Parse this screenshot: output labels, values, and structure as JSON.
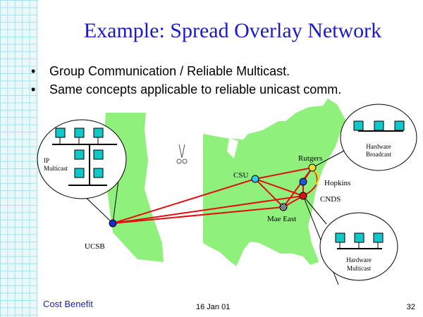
{
  "title": "Example: Spread Overlay Network",
  "bullets": [
    "Group Communication / Reliable Multicast.",
    "Same concepts applicable to reliable unicast comm."
  ],
  "nodes": {
    "ucsb": "UCSB",
    "csu": "CSU",
    "rutgers": "Rutgers",
    "hopkins": "Hopkins",
    "cnds": "CNDS",
    "mae_east": "Mae East"
  },
  "callouts": {
    "ip_multicast": [
      "IP",
      "Multicast"
    ],
    "hardware_broadcast": [
      "Hardware",
      "Broadcast"
    ],
    "hardware_multicast": [
      "Hardware",
      "Multicast"
    ]
  },
  "colors": {
    "title": "#1a1acc",
    "map": "#8ff07c",
    "links": "#e01010",
    "host": "#10c8c8",
    "ucsb": "#1030d0",
    "csu": "#30c8e8",
    "rutgers": "#f0e020",
    "hopkins": "#1a5ad8",
    "cnds": "#e01010"
  },
  "footer": {
    "left": "Cost Benefit",
    "date": "16 Jan 01",
    "page": "32"
  }
}
